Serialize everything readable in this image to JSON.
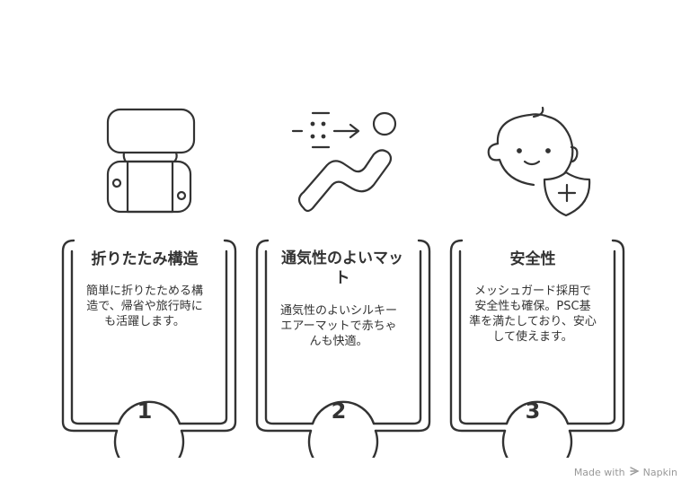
{
  "steps": [
    {
      "title": "折りたたみ構造",
      "description": "簡単に折りたためる構造で、帰省や旅行時にも活躍します。",
      "number": "1",
      "icon": "folding-seat-icon"
    },
    {
      "title": "通気性のよいマット",
      "description": "通気性のよいシルキーエアーマットで赤ちゃんも快適。",
      "number": "2",
      "icon": "airflow-mat-icon"
    },
    {
      "title": "安全性",
      "description": "メッシュガード採用で安全性も確保。PSC基準を満たしており、安心して使えます。",
      "number": "3",
      "icon": "baby-shield-icon"
    }
  ],
  "footer": {
    "made_with": "Made with",
    "brand": "Napkin"
  },
  "colors": {
    "stroke": "#333333",
    "footer": "#999999"
  }
}
